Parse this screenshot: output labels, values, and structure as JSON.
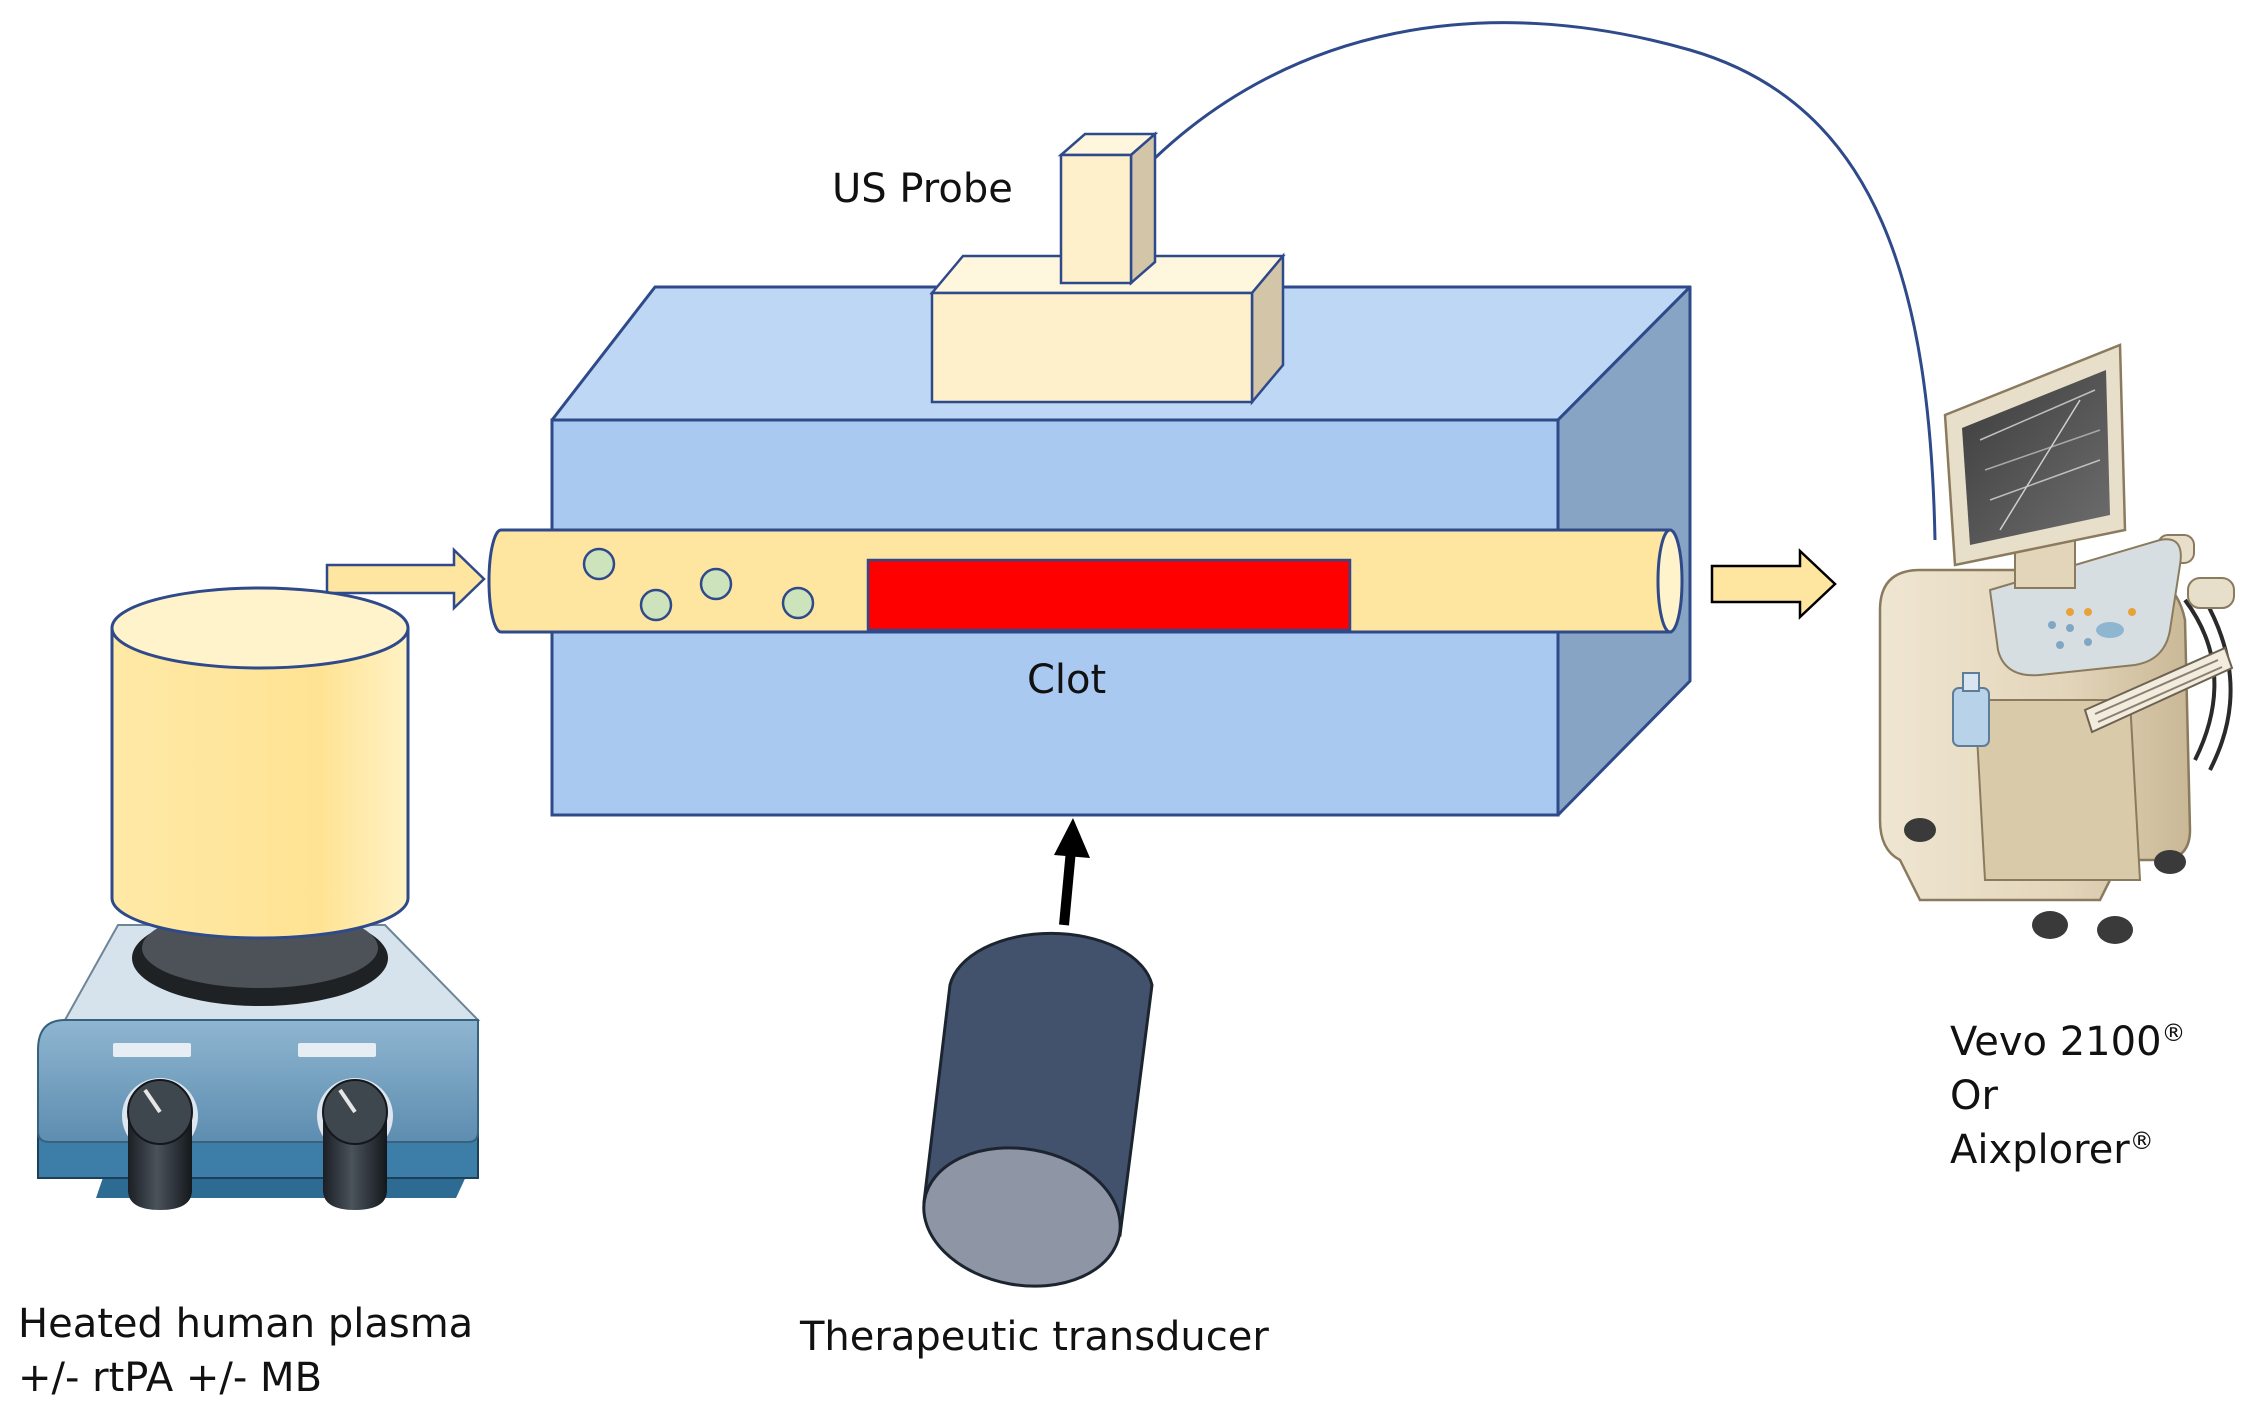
{
  "labels": {
    "us_probe": "US Probe",
    "clot": "Clot",
    "therapeutic_transducer": "Therapeutic transducer",
    "plasma_line1": "Heated human plasma",
    "plasma_line2": "+/- rtPA +/- MB",
    "scanner_line1": "Vevo 2100",
    "scanner_line2": "Or",
    "scanner_line3": "Aixplorer",
    "registered_mark": "®"
  },
  "icons": {
    "hot_plate": "magnetic-stirrer-hot-plate-icon",
    "plasma_reservoir": "cylinder-reservoir-icon",
    "water_tank": "water-tank-box-icon",
    "tube": "flow-tube-icon",
    "clot": "clot-rectangle-icon",
    "microbubbles": "microbubble-circle-icon",
    "probe": "ultrasound-probe-icon",
    "transducer": "therapeutic-transducer-cylinder-icon",
    "scanner": "ultrasound-scanner-cart-icon",
    "flow_arrow": "flow-arrow-icon",
    "cable": "probe-cable-icon"
  },
  "colors": {
    "tank_front": "#A9C9F0",
    "tank_top": "#BDD7F5",
    "tank_side": "#88A4C4",
    "tank_edge": "#2F4A8A",
    "tube": "#FFE6A0",
    "clot": "#FF0000",
    "bubble": "#CCE3BC",
    "probe_front": "#FFF0CC",
    "probe_side": "#D3C5A8",
    "transducer_body": "#43526C",
    "transducer_face": "#8E96A6",
    "cable": "#2F4A8A",
    "reservoir": "#FFE9A6",
    "arrow_fill": "#FFE6A0",
    "transducer_arrow": "#000000"
  }
}
